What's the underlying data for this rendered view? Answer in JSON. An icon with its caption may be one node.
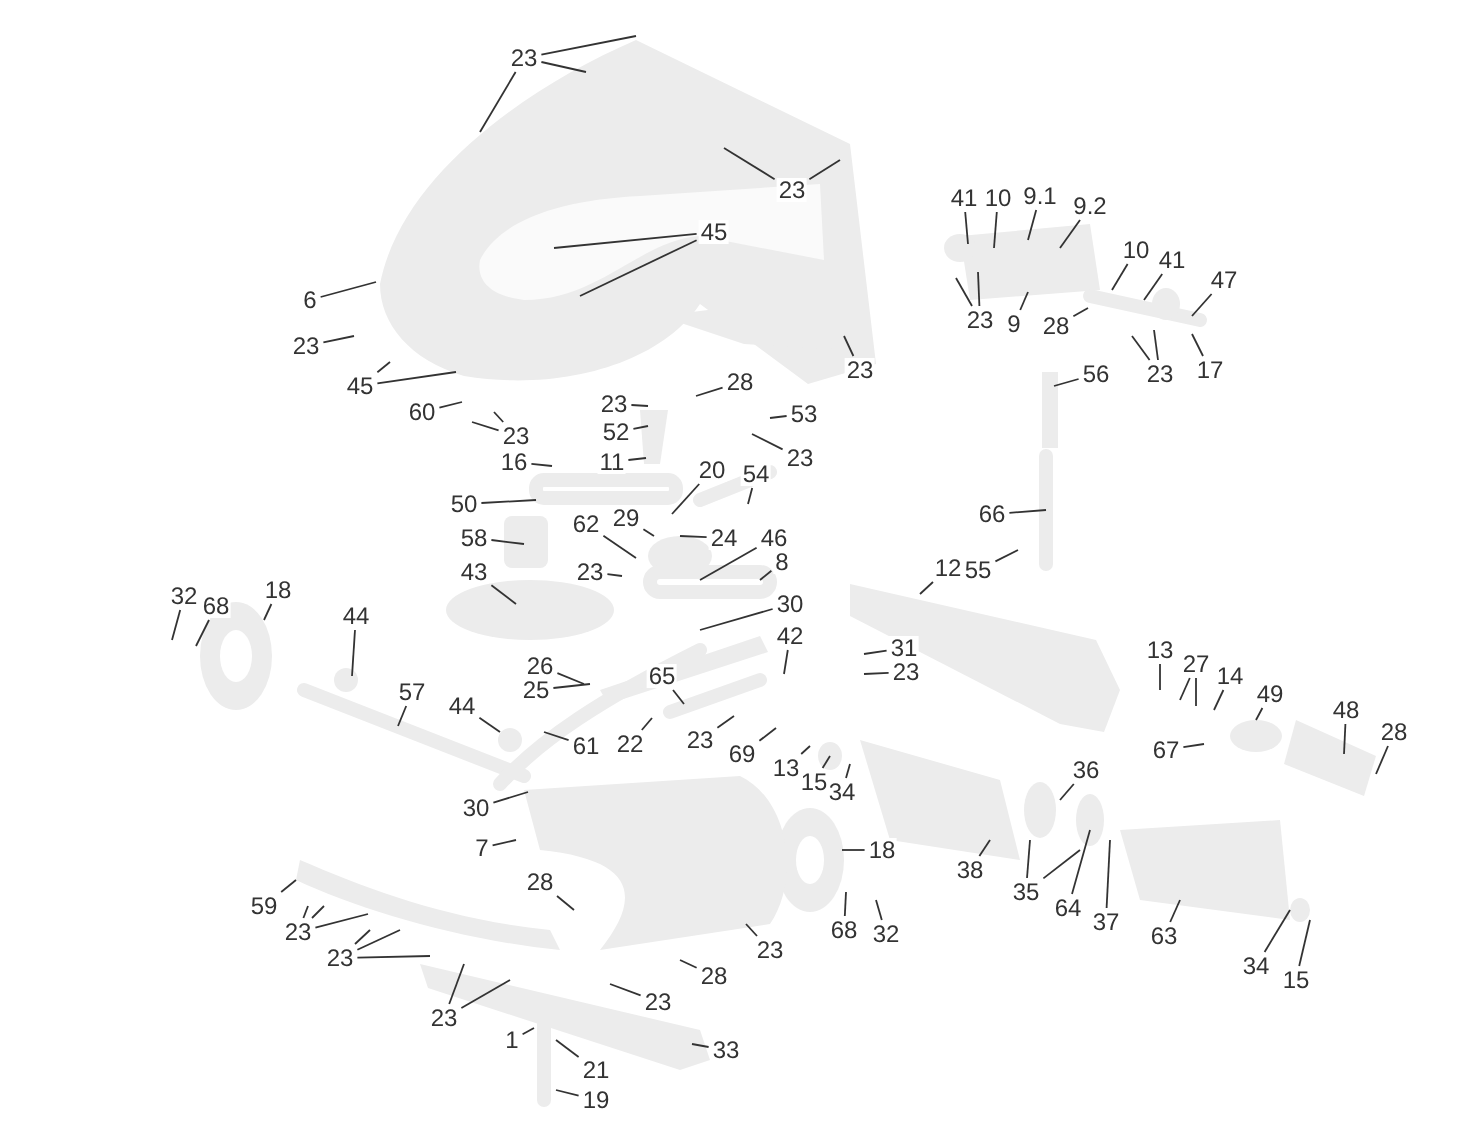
{
  "diagram": {
    "nodes": [
      {
        "text": [
          "23"
        ]
      },
      {
        "text": [
          "23"
        ]
      },
      {
        "text": [
          "45"
        ]
      },
      {
        "text": [
          "6"
        ]
      },
      {
        "text": [
          "23"
        ]
      },
      {
        "text": [
          "45"
        ]
      },
      {
        "text": [
          "60"
        ]
      },
      {
        "text": [
          "23"
        ]
      },
      {
        "text": [
          "23"
        ]
      },
      {
        "text": [
          "28"
        ]
      },
      {
        "text": [
          "23"
        ]
      },
      {
        "text": [
          "52"
        ]
      },
      {
        "text": [
          "11"
        ]
      },
      {
        "text": [
          "53"
        ]
      },
      {
        "text": [
          "23"
        ]
      },
      {
        "text": [
          "16"
        ]
      },
      {
        "text": [
          "50"
        ]
      },
      {
        "text": [
          "20"
        ]
      },
      {
        "text": [
          "54"
        ]
      },
      {
        "text": [
          "58"
        ]
      },
      {
        "text": [
          "62"
        ]
      },
      {
        "text": [
          "29"
        ]
      },
      {
        "text": [
          "24"
        ]
      },
      {
        "text": [
          "46"
        ]
      },
      {
        "text": [
          "8"
        ]
      },
      {
        "text": [
          "43"
        ]
      },
      {
        "text": [
          "23"
        ]
      },
      {
        "text": [
          "41"
        ]
      },
      {
        "text": [
          "10"
        ]
      },
      {
        "text": [
          "9.1"
        ]
      },
      {
        "text": [
          "9.2"
        ]
      },
      {
        "text": [
          "10"
        ]
      },
      {
        "text": [
          "41"
        ]
      },
      {
        "text": [
          "47"
        ]
      },
      {
        "text": [
          "23"
        ]
      },
      {
        "text": [
          "9"
        ]
      },
      {
        "text": [
          "28"
        ]
      },
      {
        "text": [
          "23"
        ]
      },
      {
        "text": [
          "17"
        ]
      },
      {
        "text": [
          "56"
        ]
      },
      {
        "text": [
          "66"
        ]
      },
      {
        "text": [
          "55"
        ]
      },
      {
        "text": [
          "12"
        ]
      },
      {
        "text": [
          "30"
        ]
      },
      {
        "text": [
          "42"
        ]
      },
      {
        "text": [
          "31"
        ]
      },
      {
        "text": [
          "23"
        ]
      },
      {
        "text": [
          "13"
        ]
      },
      {
        "text": [
          "27"
        ]
      },
      {
        "text": [
          "14"
        ]
      },
      {
        "text": [
          "49"
        ]
      },
      {
        "text": [
          "48"
        ]
      },
      {
        "text": [
          "28"
        ]
      },
      {
        "text": [
          "67"
        ]
      },
      {
        "text": [
          "32"
        ]
      },
      {
        "text": [
          "68"
        ]
      },
      {
        "text": [
          "18"
        ]
      },
      {
        "text": [
          "44"
        ]
      },
      {
        "text": [
          "57"
        ]
      },
      {
        "text": [
          "26"
        ]
      },
      {
        "text": [
          "25"
        ]
      },
      {
        "text": [
          "65"
        ]
      },
      {
        "text": [
          "44"
        ]
      },
      {
        "text": [
          "61"
        ]
      },
      {
        "text": [
          "22"
        ]
      },
      {
        "text": [
          "23"
        ]
      },
      {
        "text": [
          "69"
        ]
      },
      {
        "text": [
          "13"
        ]
      },
      {
        "text": [
          "15"
        ]
      },
      {
        "text": [
          "34"
        ]
      },
      {
        "text": [
          "30"
        ]
      },
      {
        "text": [
          "7"
        ]
      },
      {
        "text": [
          "28"
        ]
      },
      {
        "text": [
          "59"
        ]
      },
      {
        "text": [
          "23"
        ]
      },
      {
        "text": [
          "23"
        ]
      },
      {
        "text": [
          "23"
        ]
      },
      {
        "text": [
          "28"
        ]
      },
      {
        "text": [
          "23"
        ]
      },
      {
        "text": [
          "1"
        ]
      },
      {
        "text": [
          "33"
        ]
      },
      {
        "text": [
          "21"
        ]
      },
      {
        "text": [
          "19"
        ]
      },
      {
        "text": [
          "18"
        ]
      },
      {
        "text": [
          "23"
        ]
      },
      {
        "text": [
          "68"
        ]
      },
      {
        "text": [
          "32"
        ]
      },
      {
        "text": [
          "38"
        ]
      },
      {
        "text": [
          "36"
        ]
      },
      {
        "text": [
          "35"
        ]
      },
      {
        "text": [
          "64"
        ]
      },
      {
        "text": [
          "37"
        ]
      },
      {
        "text": [
          "63"
        ]
      },
      {
        "text": [
          "34"
        ]
      },
      {
        "text": [
          "15"
        ]
      }
    ],
    "edges": [
      {
        "from": 0,
        "to": null,
        "arrow": "none"
      },
      {
        "from": 0,
        "to": null,
        "arrow": "none"
      },
      {
        "from": 0,
        "to": null,
        "arrow": "none"
      },
      {
        "from": 1,
        "to": null,
        "arrow": "none"
      },
      {
        "from": 1,
        "to": null,
        "arrow": "none"
      },
      {
        "from": 2,
        "to": null,
        "arrow": "none"
      },
      {
        "from": 2,
        "to": null,
        "arrow": "none"
      },
      {
        "from": 3,
        "to": null,
        "arrow": "none"
      },
      {
        "from": 4,
        "to": null,
        "arrow": "none"
      },
      {
        "from": 5,
        "to": null,
        "arrow": "none"
      },
      {
        "from": 5,
        "to": null,
        "arrow": "none"
      },
      {
        "from": 6,
        "to": null,
        "arrow": "none"
      },
      {
        "from": 7,
        "to": null,
        "arrow": "none"
      },
      {
        "from": 7,
        "to": null,
        "arrow": "none"
      },
      {
        "from": 8,
        "to": null,
        "arrow": "none"
      },
      {
        "from": 9,
        "to": null,
        "arrow": "none"
      },
      {
        "from": 10,
        "to": null,
        "arrow": "none"
      },
      {
        "from": 11,
        "to": null,
        "arrow": "none"
      },
      {
        "from": 12,
        "to": null,
        "arrow": "none"
      },
      {
        "from": 13,
        "to": null,
        "arrow": "none"
      },
      {
        "from": 14,
        "to": null,
        "arrow": "none"
      },
      {
        "from": 15,
        "to": null,
        "arrow": "none"
      },
      {
        "from": 16,
        "to": null,
        "arrow": "none"
      },
      {
        "from": 17,
        "to": null,
        "arrow": "none"
      },
      {
        "from": 18,
        "to": null,
        "arrow": "none"
      },
      {
        "from": 19,
        "to": null,
        "arrow": "none"
      },
      {
        "from": 20,
        "to": null,
        "arrow": "none"
      },
      {
        "from": 21,
        "to": null,
        "arrow": "none"
      },
      {
        "from": 22,
        "to": null,
        "arrow": "none"
      },
      {
        "from": 23,
        "to": null,
        "arrow": "none"
      },
      {
        "from": 24,
        "to": null,
        "arrow": "none"
      },
      {
        "from": 25,
        "to": null,
        "arrow": "none"
      },
      {
        "from": 26,
        "to": null,
        "arrow": "none"
      },
      {
        "from": 27,
        "to": null,
        "arrow": "none"
      },
      {
        "from": 28,
        "to": null,
        "arrow": "none"
      },
      {
        "from": 29,
        "to": null,
        "arrow": "none"
      },
      {
        "from": 30,
        "to": null,
        "arrow": "none"
      },
      {
        "from": 31,
        "to": null,
        "arrow": "none"
      },
      {
        "from": 32,
        "to": null,
        "arrow": "none"
      },
      {
        "from": 33,
        "to": null,
        "arrow": "none"
      },
      {
        "from": 34,
        "to": null,
        "arrow": "none"
      },
      {
        "from": 34,
        "to": null,
        "arrow": "none"
      },
      {
        "from": 35,
        "to": null,
        "arrow": "none"
      },
      {
        "from": 36,
        "to": null,
        "arrow": "none"
      },
      {
        "from": 37,
        "to": null,
        "arrow": "none"
      },
      {
        "from": 37,
        "to": null,
        "arrow": "none"
      },
      {
        "from": 38,
        "to": null,
        "arrow": "none"
      },
      {
        "from": 39,
        "to": null,
        "arrow": "none"
      },
      {
        "from": 40,
        "to": null,
        "arrow": "none"
      },
      {
        "from": 41,
        "to": null,
        "arrow": "none"
      },
      {
        "from": 42,
        "to": null,
        "arrow": "none"
      },
      {
        "from": 43,
        "to": null,
        "arrow": "none"
      },
      {
        "from": 44,
        "to": null,
        "arrow": "none"
      },
      {
        "from": 45,
        "to": null,
        "arrow": "none"
      },
      {
        "from": 46,
        "to": null,
        "arrow": "none"
      },
      {
        "from": 47,
        "to": null,
        "arrow": "none"
      },
      {
        "from": 48,
        "to": null,
        "arrow": "none"
      },
      {
        "from": 48,
        "to": null,
        "arrow": "none"
      },
      {
        "from": 49,
        "to": null,
        "arrow": "none"
      },
      {
        "from": 50,
        "to": null,
        "arrow": "none"
      },
      {
        "from": 51,
        "to": null,
        "arrow": "none"
      },
      {
        "from": 52,
        "to": null,
        "arrow": "none"
      },
      {
        "from": 53,
        "to": null,
        "arrow": "none"
      },
      {
        "from": 54,
        "to": null,
        "arrow": "none"
      },
      {
        "from": 55,
        "to": null,
        "arrow": "none"
      },
      {
        "from": 56,
        "to": null,
        "arrow": "none"
      },
      {
        "from": 57,
        "to": null,
        "arrow": "none"
      },
      {
        "from": 58,
        "to": null,
        "arrow": "none"
      },
      {
        "from": 59,
        "to": null,
        "arrow": "none"
      },
      {
        "from": 60,
        "to": null,
        "arrow": "none"
      },
      {
        "from": 61,
        "to": null,
        "arrow": "none"
      },
      {
        "from": 62,
        "to": null,
        "arrow": "none"
      },
      {
        "from": 63,
        "to": null,
        "arrow": "none"
      },
      {
        "from": 64,
        "to": null,
        "arrow": "none"
      },
      {
        "from": 65,
        "to": null,
        "arrow": "none"
      },
      {
        "from": 66,
        "to": null,
        "arrow": "none"
      },
      {
        "from": 67,
        "to": null,
        "arrow": "none"
      },
      {
        "from": 68,
        "to": null,
        "arrow": "none"
      },
      {
        "from": 69,
        "to": null,
        "arrow": "none"
      },
      {
        "from": 70,
        "to": null,
        "arrow": "none"
      },
      {
        "from": 71,
        "to": null,
        "arrow": "none"
      },
      {
        "from": 72,
        "to": null,
        "arrow": "none"
      },
      {
        "from": 73,
        "to": null,
        "arrow": "none"
      },
      {
        "from": 74,
        "to": null,
        "arrow": "none"
      },
      {
        "from": 74,
        "to": null,
        "arrow": "none"
      },
      {
        "from": 74,
        "to": null,
        "arrow": "none"
      },
      {
        "from": 75,
        "to": null,
        "arrow": "none"
      },
      {
        "from": 75,
        "to": null,
        "arrow": "none"
      },
      {
        "from": 75,
        "to": null,
        "arrow": "none"
      },
      {
        "from": 76,
        "to": null,
        "arrow": "none"
      },
      {
        "from": 76,
        "to": null,
        "arrow": "none"
      },
      {
        "from": 77,
        "to": null,
        "arrow": "none"
      },
      {
        "from": 78,
        "to": null,
        "arrow": "none"
      },
      {
        "from": 79,
        "to": null,
        "arrow": "none"
      },
      {
        "from": 80,
        "to": null,
        "arrow": "none"
      },
      {
        "from": 81,
        "to": null,
        "arrow": "none"
      },
      {
        "from": 82,
        "to": null,
        "arrow": "none"
      },
      {
        "from": 83,
        "to": null,
        "arrow": "none"
      },
      {
        "from": 84,
        "to": null,
        "arrow": "none"
      },
      {
        "from": 85,
        "to": null,
        "arrow": "none"
      },
      {
        "from": 86,
        "to": null,
        "arrow": "none"
      },
      {
        "from": 87,
        "to": null,
        "arrow": "none"
      },
      {
        "from": 88,
        "to": null,
        "arrow": "none"
      },
      {
        "from": 89,
        "to": null,
        "arrow": "none"
      },
      {
        "from": 89,
        "to": null,
        "arrow": "none"
      },
      {
        "from": 90,
        "to": null,
        "arrow": "none"
      },
      {
        "from": 91,
        "to": null,
        "arrow": "none"
      },
      {
        "from": 92,
        "to": null,
        "arrow": "none"
      },
      {
        "from": 93,
        "to": null,
        "arrow": "none"
      },
      {
        "from": 94,
        "to": null,
        "arrow": "none"
      }
    ]
  }
}
